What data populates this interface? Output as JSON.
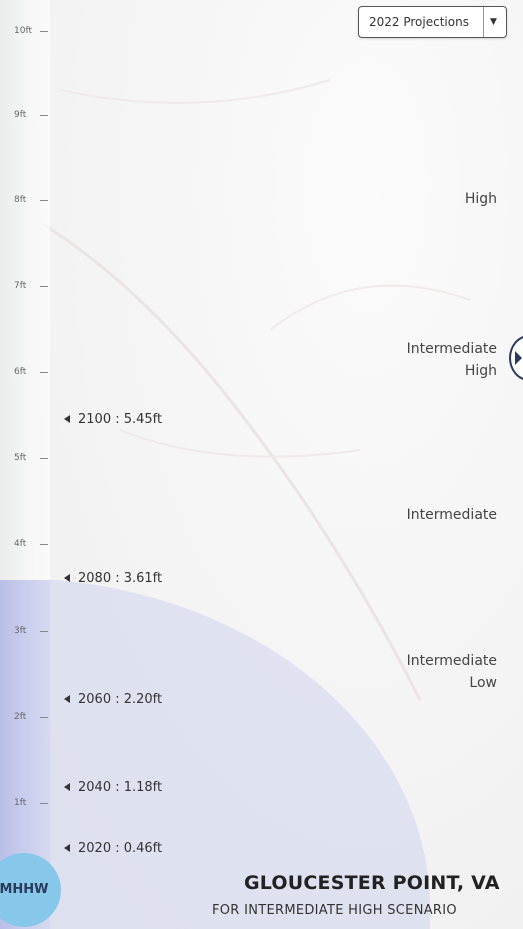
{
  "dropdown": {
    "selected": "2022 Projections",
    "arrow": "▼"
  },
  "scale": {
    "ticks": [
      "10ft",
      "9ft",
      "8ft",
      "7ft",
      "6ft",
      "5ft",
      "4ft",
      "3ft",
      "2ft",
      "1ft"
    ]
  },
  "markers": [
    {
      "label": "2100 : 5.45ft"
    },
    {
      "label": "2080 : 3.61ft"
    },
    {
      "label": "2060 : 2.20ft"
    },
    {
      "label": "2040 : 1.18ft"
    },
    {
      "label": "2020 : 0.46ft"
    }
  ],
  "scenarios": {
    "high": "High",
    "intermediate_high_1": "Intermediate",
    "intermediate_high_2": "High",
    "intermediate": "Intermediate",
    "intermediate_low_1": "Intermediate",
    "intermediate_low_2": "Low"
  },
  "baseline": {
    "label": "MHHW"
  },
  "location": {
    "title": "GLOUCESTER POINT, VA",
    "subtitle": "FOR INTERMEDIATE HIGH SCENARIO"
  },
  "colors": {
    "flood_fill": "#c9cdee",
    "baseline_circle": "#86c7ea",
    "navy": "#2a3a5a"
  }
}
